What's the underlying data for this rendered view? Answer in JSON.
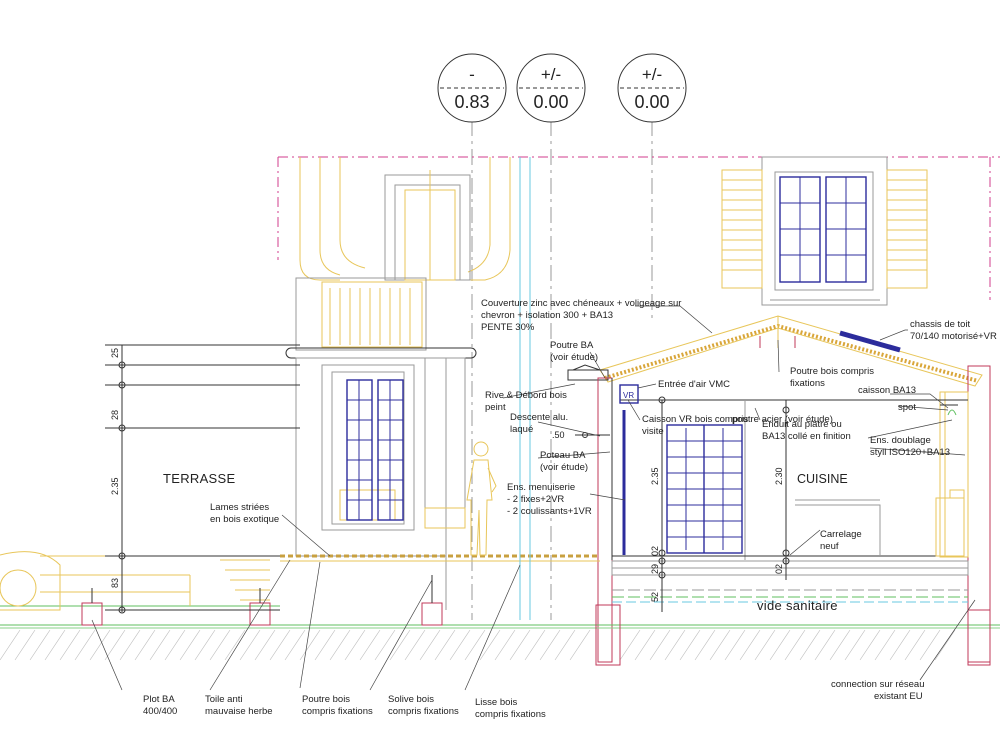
{
  "levels": [
    {
      "sign": "-",
      "value": "0.83"
    },
    {
      "sign": "+/-",
      "value": "0.00"
    },
    {
      "sign": "+/-",
      "value": "0.00"
    }
  ],
  "rooms": {
    "terrasse": "TERRASSE",
    "cuisine": "CUISINE",
    "vide_sanitaire": "vide sanitaire"
  },
  "annotations": {
    "couverture": [
      "Couverture zinc avec chéneaux + voligeage sur",
      "chevron + isolation 300 + BA13",
      "PENTE 30%"
    ],
    "chassis": [
      "chassis de toit",
      "70/140 motorisé+VR"
    ],
    "poutre_ba": [
      "Poutre BA",
      "(voir étude)"
    ],
    "entree_air": "Entrée d'air VMC",
    "poutre_bois_toit": [
      "Poutre bois compris",
      "fixations"
    ],
    "rive": [
      "Rive & Débord bois",
      "peint"
    ],
    "caisson_ba13": "caisson BA13",
    "caisson_vr": [
      "Caisson VR bois compris",
      "visite"
    ],
    "poutre_acier": "poutre acier (voir étude)",
    "descente": [
      "Descente alu.",
      "laqué"
    ],
    "enduit": [
      "Enduit au plâtre ou",
      "BA13 collé en finition"
    ],
    "spot": "spot",
    "poteau_ba": [
      "Poteau BA",
      "(voir étude)"
    ],
    "doublage": [
      "Ens. doublage",
      "styll ISO120+BA13"
    ],
    "lames": [
      "Lames striées",
      "en bois exotique"
    ],
    "menuiserie": [
      "Ens. menuiserie",
      "- 2 fixes+2VR",
      "- 2 coulissants+1VR"
    ],
    "carrelage": [
      "Carrelage",
      "neuf"
    ],
    "plot": [
      "Plot BA",
      "400/400"
    ],
    "toile": [
      "Toile anti",
      "mauvaise herbe"
    ],
    "poutre_bois_sol": [
      "Poutre bois",
      "compris fixations"
    ],
    "solive": [
      "Solive bois",
      "compris fixations"
    ],
    "lisse": [
      "Lisse bois",
      "compris fixations"
    ],
    "connection": [
      "connection sur réseau",
      "existant EU"
    ]
  },
  "dimensions": {
    "left": [
      "25",
      "28",
      "2.35",
      "83"
    ],
    "mid": [
      ".50",
      "2.35",
      "02",
      "29",
      "52"
    ],
    "right": [
      "2.30",
      "02"
    ]
  },
  "colors": {
    "lines": "#333333",
    "structure_yellow": "#e8c65a",
    "window_blue": "#2c2c9c",
    "wall_red": "#c0395a",
    "ground_green": "#5fbf5f",
    "axis_magenta": "#d23c8c"
  }
}
